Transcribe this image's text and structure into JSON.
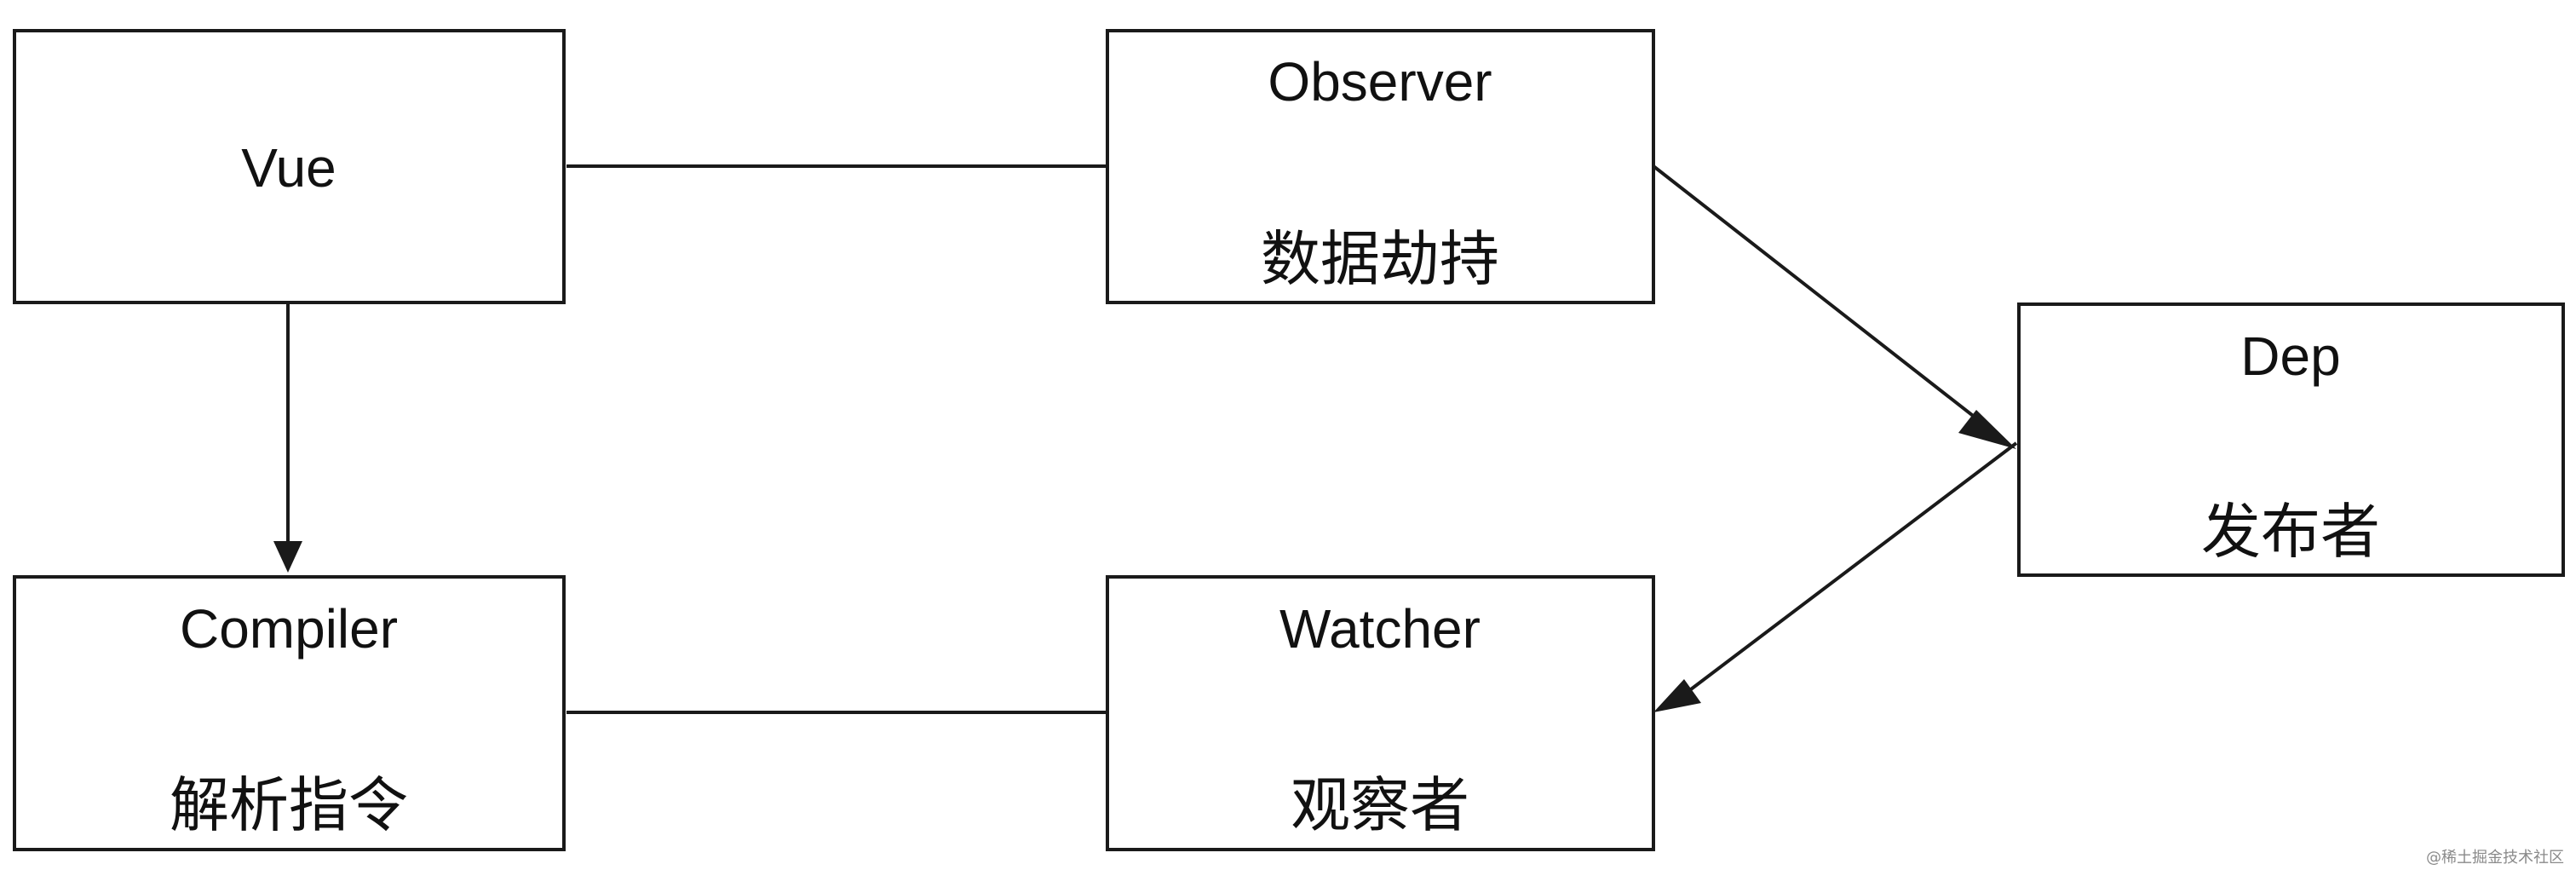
{
  "nodes": {
    "vue": {
      "title": "Vue"
    },
    "observer": {
      "title": "Observer",
      "subtitle": "数据劫持"
    },
    "dep": {
      "title": "Dep",
      "subtitle": "发布者"
    },
    "compiler": {
      "title": "Compiler",
      "subtitle": "解析指令"
    },
    "watcher": {
      "title": "Watcher",
      "subtitle": "观察者"
    }
  },
  "edges": [
    {
      "from": "Vue",
      "to": "Observer"
    },
    {
      "from": "Vue",
      "to": "Compiler"
    },
    {
      "from": "Observer",
      "to": "Dep"
    },
    {
      "from": "Dep",
      "to": "Watcher"
    },
    {
      "from": "Compiler",
      "to": "Watcher"
    }
  ],
  "watermark": "@稀土掘金技术社区",
  "colors": {
    "stroke": "#1a1a1a",
    "text": "#111111",
    "background": "#ffffff"
  }
}
